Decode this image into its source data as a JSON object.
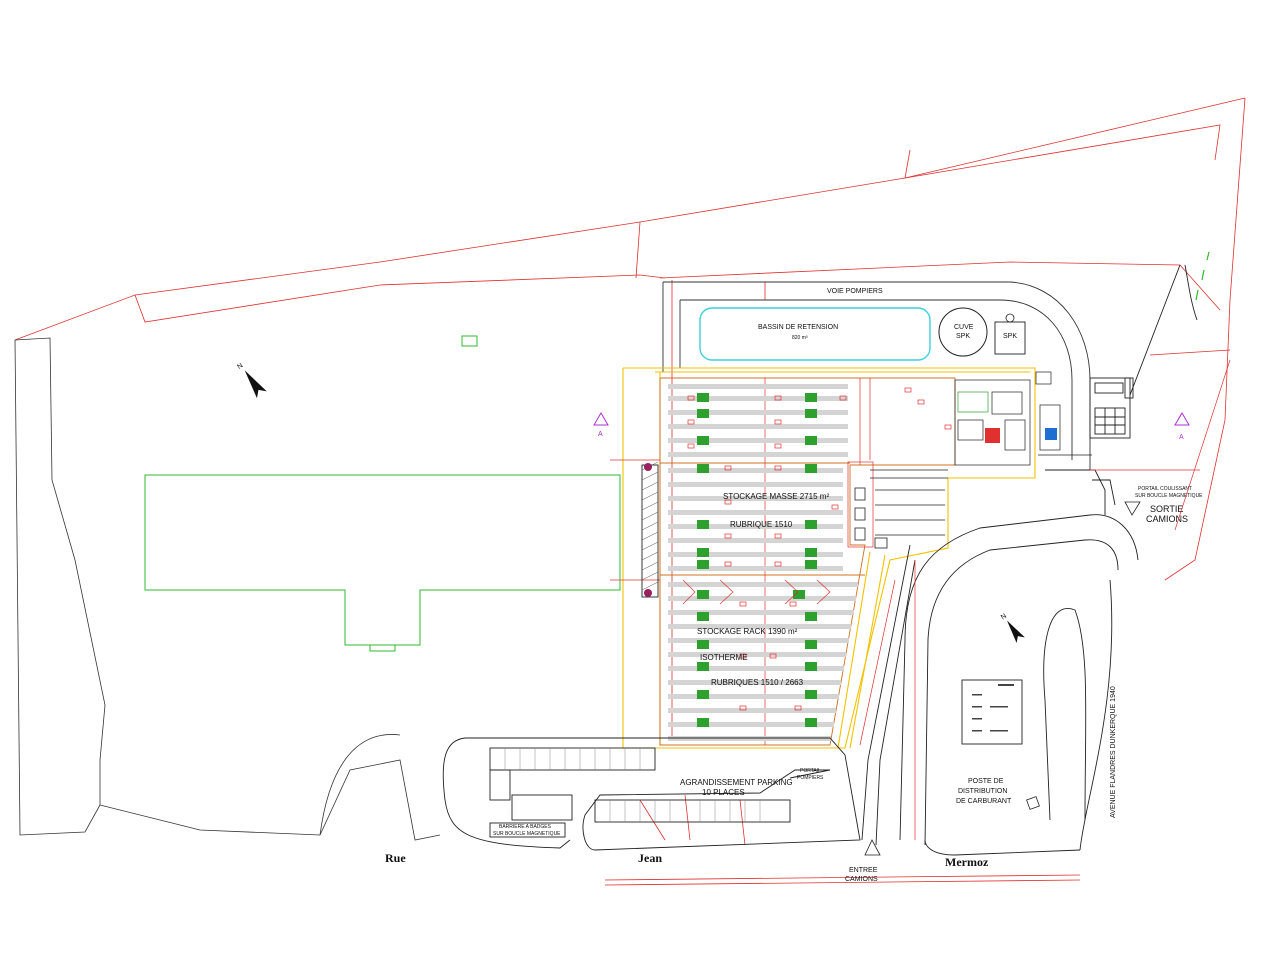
{
  "labels": {
    "voie_pompiers": "VOIE POMPIERS",
    "bassin_title": "BASSIN DE RETENSION",
    "bassin_volume": "820 m³",
    "cuve_line1": "CUVE",
    "cuve_line2": "SPK",
    "spk": "SPK",
    "stockage_masse": "STOCKAGE MASSE 2715 m²",
    "rubrique_1510": "RUBRIQUE 1510",
    "stockage_rack": "STOCKAGE RACK 1390 m²",
    "isotherme": "ISOTHERME",
    "rubriques": "RUBRIQUES 1510 / 2663",
    "agrandissement": "AGRANDISSEMENT PARKING",
    "places": "10 PLACES",
    "portail_pompiers_1": "PORTAIL",
    "portail_pompiers_2": "POMPIERS",
    "barriere_1": "BARRIERE A BADGES",
    "barriere_2": "SUR BOUCLE MAGNETIQUE",
    "portail_coulissant_1": "PORTAIL COULISSANT",
    "portail_coulissant_2": "SUR BOUCLE MAGNETIQUE",
    "sortie_1": "SORTIE",
    "sortie_2": "CAMIONS",
    "entree_1": "ENTREE",
    "entree_2": "CAMIONS",
    "poste_1": "POSTE DE",
    "poste_2": "DISTRIBUTION",
    "poste_3": "DE CARBURANT",
    "avenue": "AVENUE FLANDRES DUNKERQUE 1940",
    "street_rue": "Rue",
    "street_jean": "Jean",
    "street_mermoz": "Mermoz",
    "section_a_left": "A",
    "section_a_right": "A"
  },
  "colors": {
    "parcel": "#e03030",
    "existing_building": "#2fb82f",
    "building_outline": "#f2c200",
    "racking": "#c8c8c8",
    "pallet_green": "#2ea02e",
    "water": "#3fd0e0",
    "section_marker": "#b030d0",
    "outline": "#222222"
  }
}
